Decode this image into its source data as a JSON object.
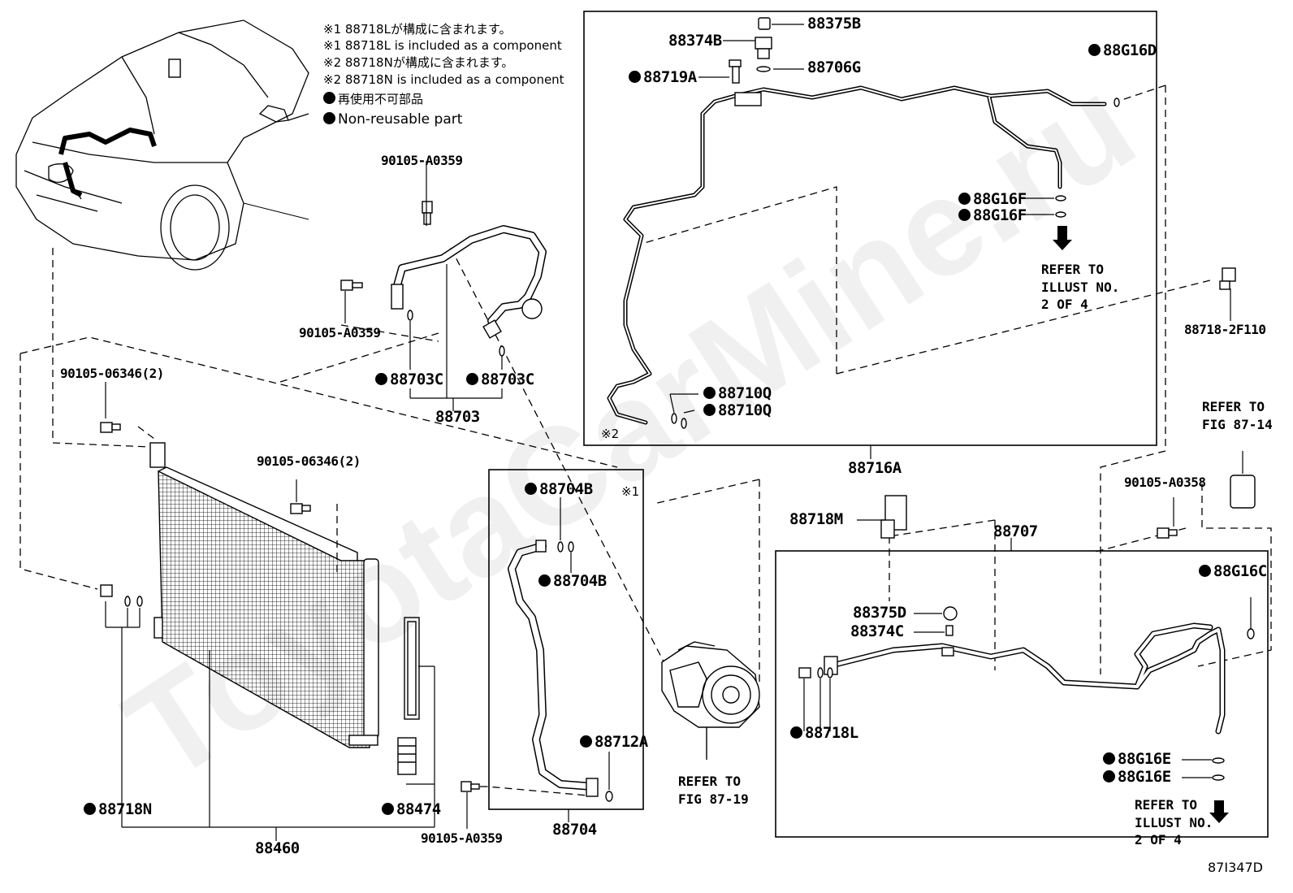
{
  "notes": {
    "n1_jp": "※1 88718Lが構成に含まれます。",
    "n1_en": "※1 88718L is included as a component",
    "n2_jp": "※2 88718Nが構成に含まれます。",
    "n2_en": "※2 88718N is included as a component",
    "nr_jp": "再使用不可部品",
    "nr_en": "Non-reusable part"
  },
  "watermark": "ToyotaCarMine.ru",
  "markers": {
    "m1": "※1",
    "m2": "※2"
  },
  "labels": {
    "p88375B": "88375B",
    "p88374B": "88374B",
    "p88719A": "88719A",
    "p88706G": "88706G",
    "p88G16D": "88G16D",
    "p88G16F_1": "88G16F",
    "p88G16F_2": "88G16F",
    "p88710Q_1": "88710Q",
    "p88710Q_2": "88710Q",
    "p88716A": "88716A",
    "p90105A0359_top": "90105-A0359",
    "p90105A0359_left": "90105-A0359",
    "p88703C_1": "88703C",
    "p88703C_2": "88703C",
    "p88703": "88703",
    "p90105_06346_a": "90105-06346(2)",
    "p90105_06346_b": "90105-06346(2)",
    "p88704B_1": "88704B",
    "p88704B_2": "88704B",
    "p88712A": "88712A",
    "p88704": "88704",
    "p88718N": "88718N",
    "p88474": "88474",
    "p88460": "88460",
    "p90105A0359_bottom": "90105-A0359",
    "p88718M": "88718M",
    "p88707": "88707",
    "p90105A0358": "90105-A0358",
    "p88G16C": "88G16C",
    "p88375D": "88375D",
    "p88374C": "88374C",
    "p88718L": "88718L",
    "p88G16E_1": "88G16E",
    "p88G16E_2": "88G16E",
    "p88718_2F110": "88718-2F110",
    "diagram_id": "87I347D"
  },
  "refs": {
    "illust_top": [
      "REFER TO",
      "ILLUST NO.",
      "2 OF 4"
    ],
    "illust_bottom": [
      "REFER TO",
      "ILLUST NO.",
      "2 OF 4"
    ],
    "fig_87_14": [
      "REFER TO",
      "FIG 87-14"
    ],
    "fig_87_19": [
      "REFER TO",
      "FIG 87-19"
    ]
  }
}
